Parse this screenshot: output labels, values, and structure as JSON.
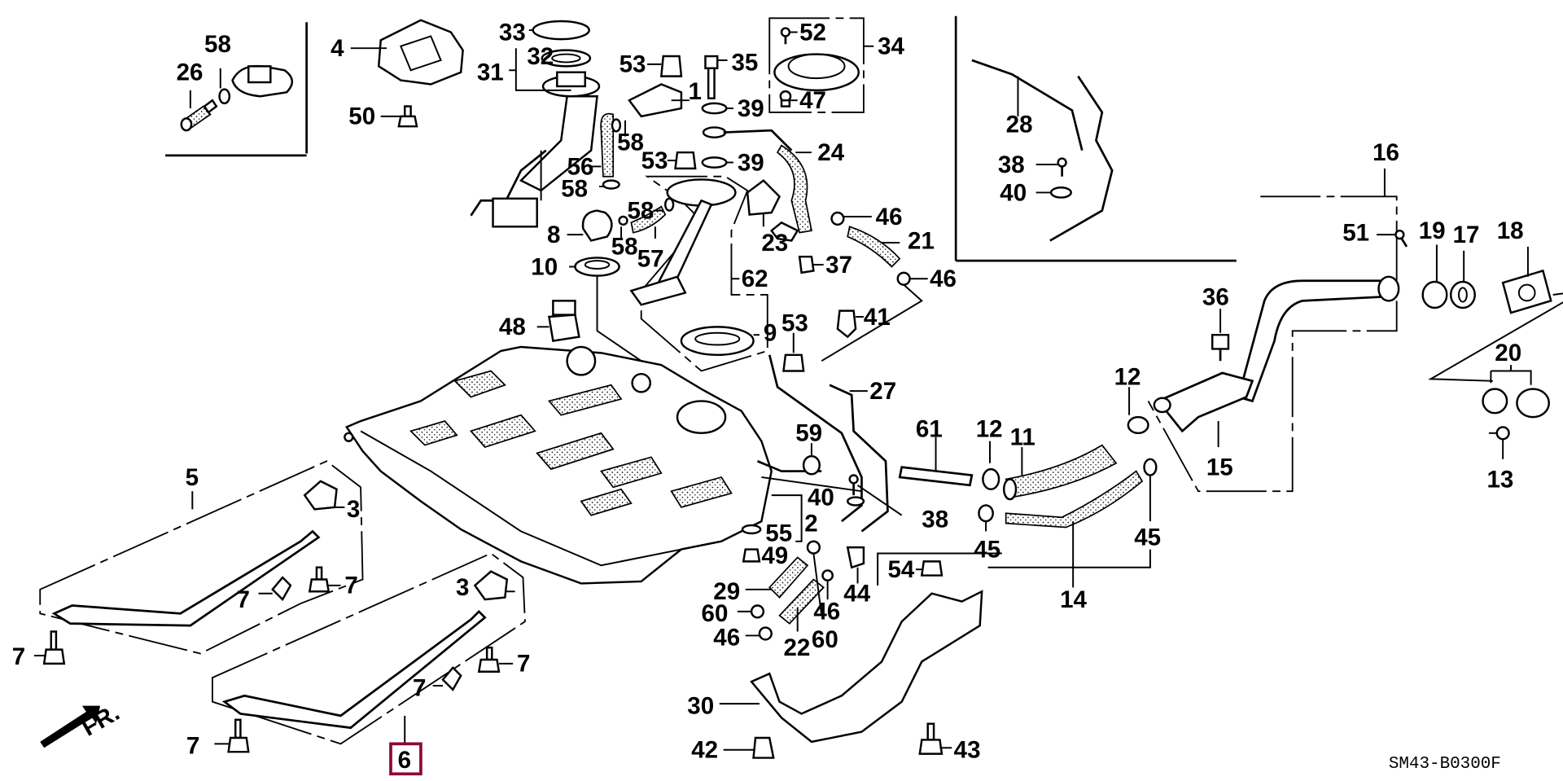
{
  "diagram": {
    "title": "Fuel Tank Parts Diagram",
    "diagram_code": "SM43-B0300F",
    "front_indicator": "FR.",
    "highlighted_part": "6",
    "highlight_color": "#8b0a34",
    "labels": {
      "p1": "1",
      "p2": "2",
      "p3a": "3",
      "p3b": "3",
      "p4": "4",
      "p5": "5",
      "p6": "6",
      "p7a": "7",
      "p7b": "7",
      "p7c": "7",
      "p7d": "7",
      "p7e": "7",
      "p7f": "7",
      "p8": "8",
      "p9": "9",
      "p10": "10",
      "p11": "11",
      "p12a": "12",
      "p12b": "12",
      "p13": "13",
      "p14": "14",
      "p15": "15",
      "p16": "16",
      "p17": "17",
      "p18": "18",
      "p19": "19",
      "p20": "20",
      "p21": "21",
      "p22": "22",
      "p23": "23",
      "p24": "24",
      "p26": "26",
      "p27": "27",
      "p28": "28",
      "p29": "29",
      "p30": "30",
      "p31": "31",
      "p32": "32",
      "p33": "33",
      "p34": "34",
      "p35": "35",
      "p36": "36",
      "p37": "37",
      "p38a": "38",
      "p38b": "38",
      "p39a": "39",
      "p39b": "39",
      "p40a": "40",
      "p40b": "40",
      "p41": "41",
      "p42": "42",
      "p43": "43",
      "p44": "44",
      "p45a": "45",
      "p45b": "45",
      "p46a": "46",
      "p46b": "46",
      "p46c": "46",
      "p46d": "46",
      "p47": "47",
      "p48": "48",
      "p49": "49",
      "p50": "50",
      "p51": "51",
      "p52": "52",
      "p53a": "53",
      "p53b": "53",
      "p53c": "53",
      "p54": "54",
      "p55": "55",
      "p56": "56",
      "p57": "57",
      "p58a": "58",
      "p58b": "58",
      "p58c": "58",
      "p58d": "58",
      "p58e": "58",
      "p59": "59",
      "p60a": "60",
      "p60b": "60",
      "p61": "61",
      "p62": "62"
    }
  }
}
